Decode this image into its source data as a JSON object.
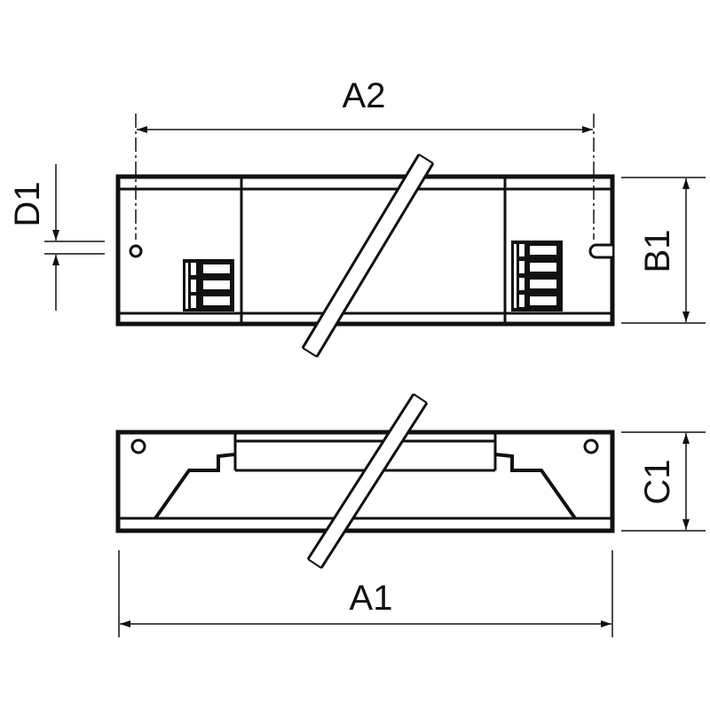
{
  "dimensions": {
    "a2": "A2",
    "a1": "A1",
    "b1": "B1",
    "c1": "C1",
    "d1": "D1"
  },
  "colors": {
    "line": "#111111",
    "background": "#ffffff"
  }
}
